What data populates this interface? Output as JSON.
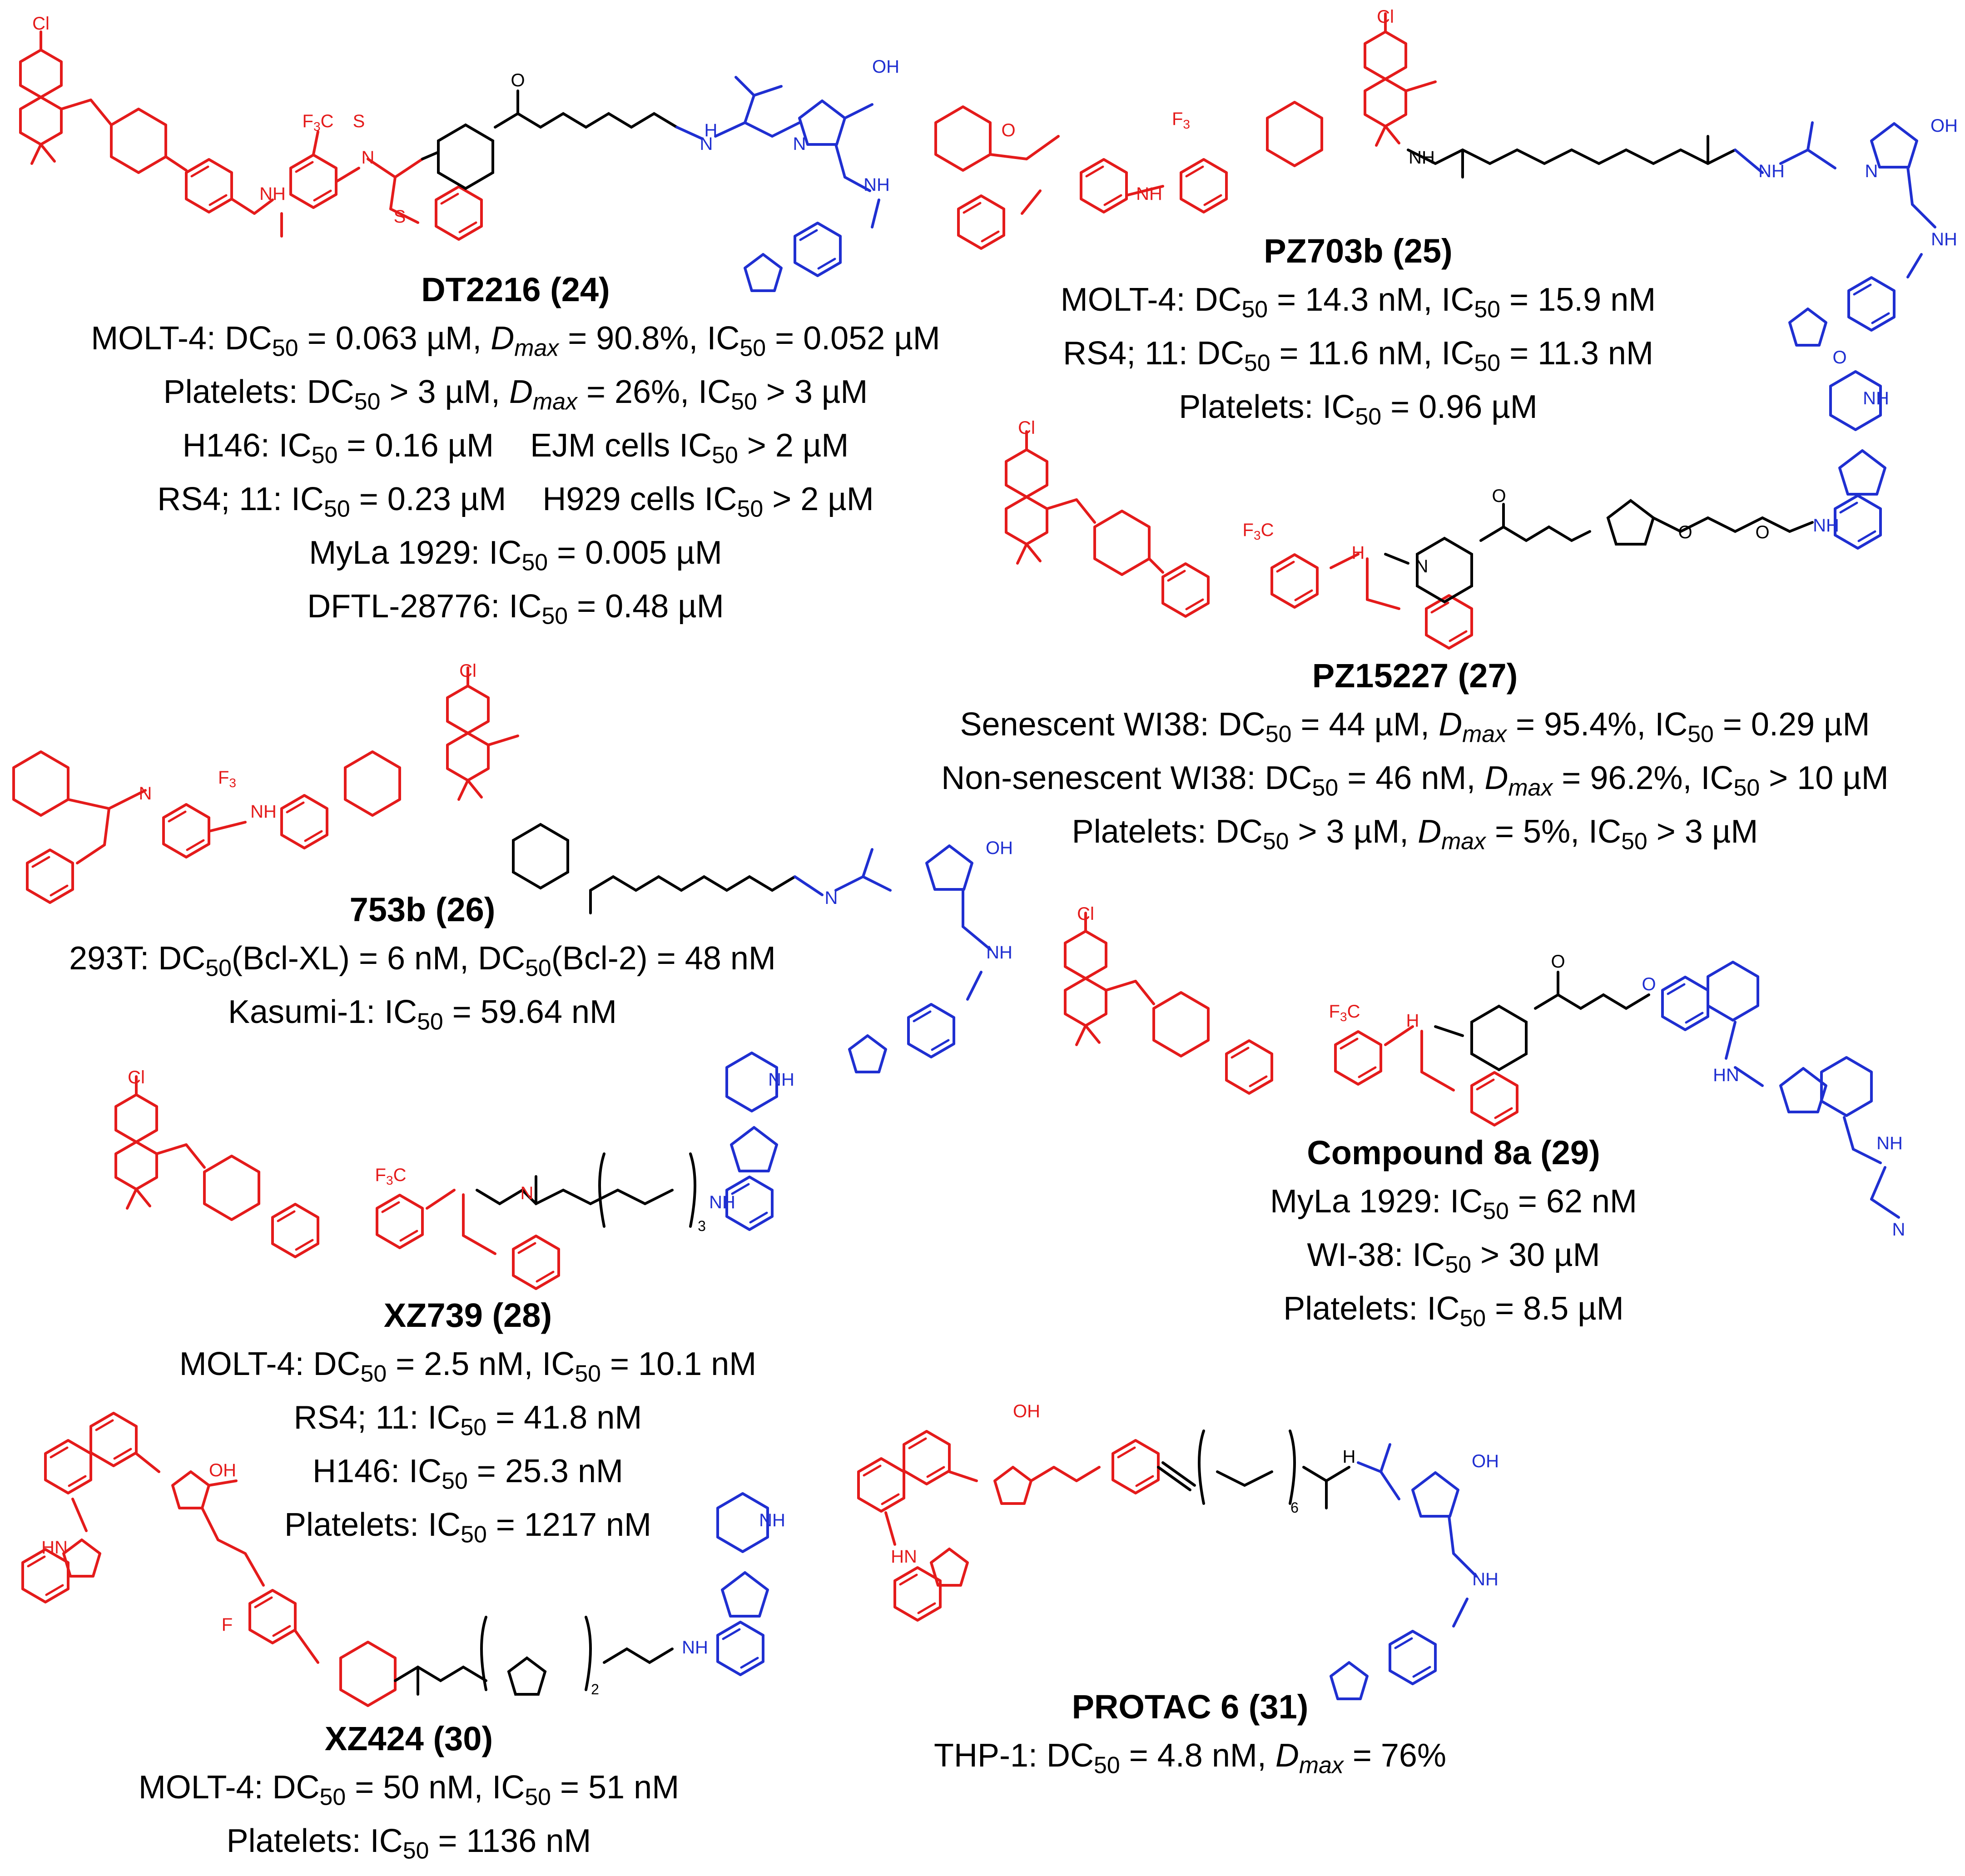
{
  "colors": {
    "warhead": "#e41b1b",
    "e3_ligand": "#1f2fd1",
    "linker": "#000000"
  },
  "compounds": [
    {
      "name": "DT2216 (24)",
      "lines": [
        [
          {
            "t": "MOLT-4: DC"
          },
          {
            "s": "50"
          },
          {
            "t": " = 0.063 µM, "
          },
          {
            "i": "D"
          },
          {
            "si": "max"
          },
          {
            "t": " = 90.8%, IC"
          },
          {
            "s": "50"
          },
          {
            "t": " = 0.052 µM"
          }
        ],
        [
          {
            "t": "Platelets: DC"
          },
          {
            "s": "50"
          },
          {
            "t": " > 3 µM, "
          },
          {
            "i": "D"
          },
          {
            "si": "max"
          },
          {
            "t": " = 26%, IC"
          },
          {
            "s": "50"
          },
          {
            "t": " > 3 µM"
          }
        ],
        [
          {
            "t": "H146: IC"
          },
          {
            "s": "50"
          },
          {
            "t": " = 0.16 µM    EJM cells IC"
          },
          {
            "s": "50"
          },
          {
            "t": " > 2 µM"
          }
        ],
        [
          {
            "t": "RS4; 11: IC"
          },
          {
            "s": "50"
          },
          {
            "t": " = 0.23 µM    H929 cells IC"
          },
          {
            "s": "50"
          },
          {
            "t": " > 2 µM"
          }
        ],
        [
          {
            "t": "MyLa 1929: IC"
          },
          {
            "s": "50"
          },
          {
            "t": " = 0.005 µM"
          }
        ],
        [
          {
            "t": "DFTL-28776: IC"
          },
          {
            "s": "50"
          },
          {
            "t": " = 0.48 µM"
          }
        ]
      ]
    },
    {
      "name": "PZ703b (25)",
      "lines": [
        [
          {
            "t": "MOLT-4: DC"
          },
          {
            "s": "50"
          },
          {
            "t": " = 14.3 nM, IC"
          },
          {
            "s": "50"
          },
          {
            "t": " = 15.9 nM"
          }
        ],
        [
          {
            "t": "RS4; 11: DC"
          },
          {
            "s": "50"
          },
          {
            "t": " = 11.6 nM, IC"
          },
          {
            "s": "50"
          },
          {
            "t": " = 11.3 nM"
          }
        ],
        [
          {
            "t": "Platelets: IC"
          },
          {
            "s": "50"
          },
          {
            "t": " = 0.96 µM"
          }
        ]
      ]
    },
    {
      "name": "753b (26)",
      "lines": [
        [
          {
            "t": "293T: DC"
          },
          {
            "s": "50"
          },
          {
            "t": "(Bcl-XL) = 6 nM, DC"
          },
          {
            "s": "50"
          },
          {
            "t": "(Bcl-2) = 48 nM"
          }
        ],
        [
          {
            "t": "Kasumi-1: IC"
          },
          {
            "s": "50"
          },
          {
            "t": " = 59.64 nM"
          }
        ]
      ]
    },
    {
      "name": "PZ15227 (27)",
      "lines": [
        [
          {
            "t": "Senescent WI38: DC"
          },
          {
            "s": "50"
          },
          {
            "t": " = 44 µM, "
          },
          {
            "i": "D"
          },
          {
            "si": "max"
          },
          {
            "t": " = 95.4%, IC"
          },
          {
            "s": "50"
          },
          {
            "t": " = 0.29 µM"
          }
        ],
        [
          {
            "t": "Non-senescent WI38: DC"
          },
          {
            "s": "50"
          },
          {
            "t": " = 46 nM, "
          },
          {
            "i": "D"
          },
          {
            "si": "max"
          },
          {
            "t": " = 96.2%, IC"
          },
          {
            "s": "50"
          },
          {
            "t": " > 10 µM"
          }
        ],
        [
          {
            "t": "Platelets: DC"
          },
          {
            "s": "50"
          },
          {
            "t": " > 3 µM, "
          },
          {
            "i": "D"
          },
          {
            "si": "max"
          },
          {
            "t": " = 5%, IC"
          },
          {
            "s": "50"
          },
          {
            "t": " > 3 µM"
          }
        ]
      ]
    },
    {
      "name": "XZ739 (28)",
      "lines": [
        [
          {
            "t": "MOLT-4: DC"
          },
          {
            "s": "50"
          },
          {
            "t": " = 2.5 nM, IC"
          },
          {
            "s": "50"
          },
          {
            "t": " = 10.1 nM"
          }
        ],
        [
          {
            "t": "RS4; 11: IC"
          },
          {
            "s": "50"
          },
          {
            "t": " = 41.8 nM"
          }
        ],
        [
          {
            "t": "H146: IC"
          },
          {
            "s": "50"
          },
          {
            "t": " = 25.3 nM"
          }
        ],
        [
          {
            "t": "Platelets: IC"
          },
          {
            "s": "50"
          },
          {
            "t": " = 1217 nM"
          }
        ]
      ]
    },
    {
      "name": "Compound 8a (29)",
      "lines": [
        [
          {
            "t": "MyLa 1929: IC"
          },
          {
            "s": "50"
          },
          {
            "t": " = 62 nM"
          }
        ],
        [
          {
            "t": "WI-38: IC"
          },
          {
            "s": "50"
          },
          {
            "t": " > 30 µM"
          }
        ],
        [
          {
            "t": "Platelets: IC"
          },
          {
            "s": "50"
          },
          {
            "t": " = 8.5 µM"
          }
        ]
      ]
    },
    {
      "name": "XZ424 (30)",
      "lines": [
        [
          {
            "t": "MOLT-4: DC"
          },
          {
            "s": "50"
          },
          {
            "t": " = 50 nM, IC"
          },
          {
            "s": "50"
          },
          {
            "t": " = 51 nM"
          }
        ],
        [
          {
            "t": "Platelets: IC"
          },
          {
            "s": "50"
          },
          {
            "t": " = 1136 nM"
          }
        ]
      ]
    },
    {
      "name": "PROTAC 6 (31)",
      "lines": [
        [
          {
            "t": "THP-1: DC"
          },
          {
            "s": "50"
          },
          {
            "t": " = 4.8 nM, "
          },
          {
            "i": "D"
          },
          {
            "si": "max"
          },
          {
            "t": " = 76%"
          }
        ]
      ]
    }
  ],
  "atom_labels": {
    "cl": "Cl",
    "cf3": "F",
    "cf3_sub": "3",
    "s": "S",
    "o": "O",
    "n": "N",
    "nh": "NH",
    "hn": "HN",
    "h": "H",
    "oh": "OH",
    "cooh": "OH",
    "f": "F",
    "sub3": "3",
    "sub6": "6",
    "sub2": "2"
  }
}
